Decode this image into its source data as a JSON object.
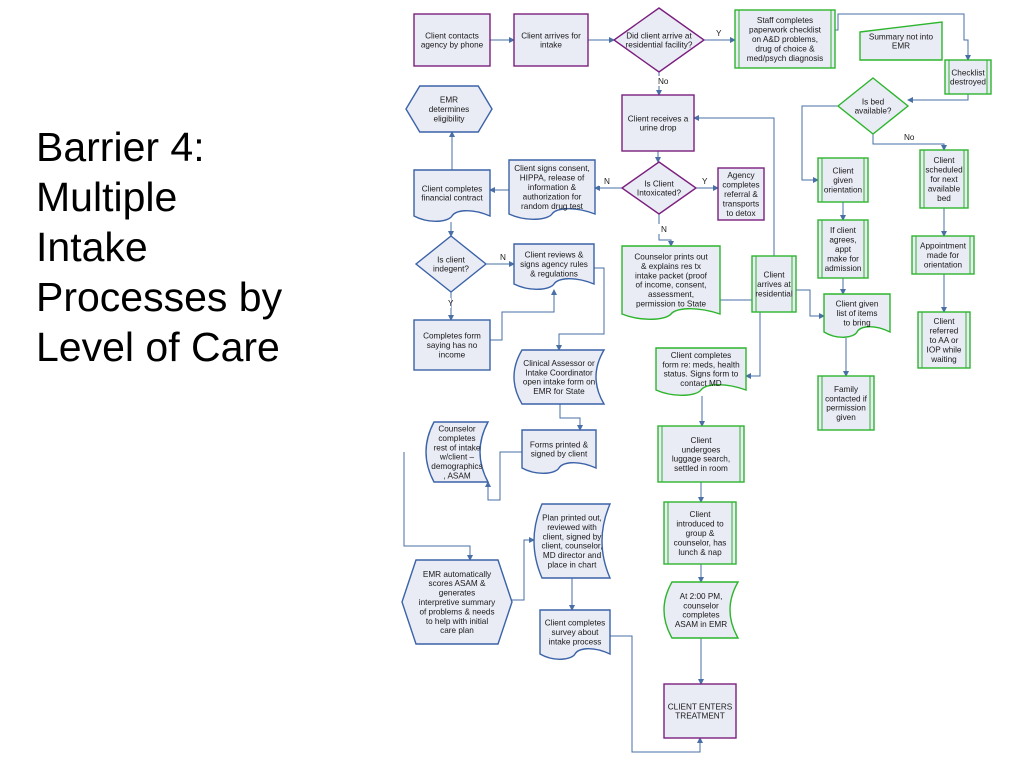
{
  "title": {
    "lines": [
      "Barrier 4:",
      "Multiple",
      "Intake",
      "Processes by",
      "Level of Care"
    ]
  },
  "colors": {
    "purple": "#7b1f7e",
    "blue": "#3b63a8",
    "green": "#2db52d",
    "fill": "#e9ebf5",
    "connector": "#4a6fa5"
  },
  "flowchart": {
    "nodes": [
      {
        "id": "contact",
        "style": "purple",
        "text": [
          "Client contacts",
          "agency by phone"
        ]
      },
      {
        "id": "arrives_intake",
        "style": "purple",
        "text": [
          "Client arrives for",
          "intake"
        ]
      },
      {
        "id": "did_arrive",
        "style": "purple",
        "text": [
          "Did client arrive at",
          "residential facility?"
        ]
      },
      {
        "id": "staff_checklist",
        "style": "green",
        "text": [
          "Staff completes",
          "paperwork checklist",
          "on A&D problems,",
          "drug of choice &",
          "med/psych diagnosis"
        ]
      },
      {
        "id": "summary_emr",
        "style": "green",
        "text": [
          "Summary not into",
          "EMR"
        ]
      },
      {
        "id": "checklist_destroyed",
        "style": "green",
        "text": [
          "Checklist",
          "destroyed"
        ]
      },
      {
        "id": "bed_available",
        "style": "green",
        "text": [
          "Is bed",
          "available?"
        ]
      },
      {
        "id": "urine_drop",
        "style": "purple",
        "text": [
          "Client receives a",
          "urine drop"
        ]
      },
      {
        "id": "emr_eligibility",
        "style": "blue",
        "text": [
          "EMR",
          "determines",
          "eligibility"
        ]
      },
      {
        "id": "signs_consent",
        "style": "blue",
        "text": [
          "Client signs consent,",
          "HIPPA, release of",
          "information &",
          "authorization for",
          "random drug test"
        ]
      },
      {
        "id": "intoxicated",
        "style": "purple",
        "text": [
          "Is Client",
          "Intoxicated?"
        ]
      },
      {
        "id": "agency_detox",
        "style": "purple",
        "text": [
          "Agency",
          "completes",
          "referral &",
          "transports",
          "to detox"
        ]
      },
      {
        "id": "financial_contract",
        "style": "blue",
        "text": [
          "Client completes",
          "financial contract"
        ]
      },
      {
        "id": "indigent",
        "style": "blue",
        "text": [
          "Is client",
          "indegent?"
        ]
      },
      {
        "id": "reviews_rules",
        "style": "blue",
        "text": [
          "Client reviews &",
          "signs agency rules",
          "& regulations"
        ]
      },
      {
        "id": "form_no_income",
        "style": "blue",
        "text": [
          "Completes form",
          "saying has no",
          "income"
        ]
      },
      {
        "id": "counselor_packet",
        "style": "green",
        "text": [
          "Counselor prints out",
          "& explains res tx",
          "intake packet (proof",
          "of income, consent,",
          "assessment,",
          "permission to State"
        ]
      },
      {
        "id": "client_arrives_res",
        "style": "green",
        "text": [
          "Client",
          "arrives at",
          "residential"
        ]
      },
      {
        "id": "given_orientation",
        "style": "green",
        "text": [
          "Client",
          "given",
          "orientation"
        ]
      },
      {
        "id": "scheduled_bed",
        "style": "green",
        "text": [
          "Client",
          "scheduled",
          "for next",
          "available",
          "bed"
        ]
      },
      {
        "id": "appt_admission",
        "style": "green",
        "text": [
          "If client",
          "agrees,",
          "appt",
          "make for",
          "admission"
        ]
      },
      {
        "id": "appt_orientation",
        "style": "green",
        "text": [
          "Appointment",
          "made for",
          "orientation"
        ]
      },
      {
        "id": "items_to_bring",
        "style": "green",
        "text": [
          "Client given",
          "list of items",
          "to bring"
        ]
      },
      {
        "id": "referred_aa",
        "style": "green",
        "text": [
          "Client",
          "referred",
          "to AA or",
          "IOP while",
          "waiting"
        ]
      },
      {
        "id": "clinical_assessor",
        "style": "blue",
        "text": [
          "Clinical Assessor or",
          "Intake Coordinator",
          "open intake form on",
          "EMR for State"
        ]
      },
      {
        "id": "med_form",
        "style": "green",
        "text": [
          "Client completes",
          "form re: meds, health",
          "status. Signs form to",
          "contact MD"
        ]
      },
      {
        "id": "family_contacted",
        "style": "green",
        "text": [
          "Family",
          "contacted if",
          "permission",
          "given"
        ]
      },
      {
        "id": "counselor_rest",
        "style": "blue",
        "text": [
          "Counselor",
          "completes",
          "rest of intake",
          "w/client –",
          "demographics",
          ", ASAM"
        ]
      },
      {
        "id": "forms_printed",
        "style": "blue",
        "text": [
          "Forms printed &",
          "signed by client"
        ]
      },
      {
        "id": "luggage",
        "style": "green",
        "text": [
          "Client",
          "undergoes",
          "luggage search,",
          "settled in room"
        ]
      },
      {
        "id": "plan_printed",
        "style": "blue",
        "text": [
          "Plan printed out,",
          "reviewed with",
          "client, signed by",
          "client, counselor,",
          "MD director and",
          "place in chart"
        ]
      },
      {
        "id": "introduced_group",
        "style": "green",
        "text": [
          "Client",
          "introduced to",
          "group &",
          "counselor, has",
          "lunch & nap"
        ]
      },
      {
        "id": "emr_scores",
        "style": "blue",
        "text": [
          "EMR automatically",
          "scores ASAM &",
          "generates",
          "interpretive summary",
          "of problems & needs",
          "to help with initial",
          "care plan"
        ]
      },
      {
        "id": "asam_2pm",
        "style": "green",
        "text": [
          "At 2:00 PM,",
          "counselor",
          "completes",
          "ASAM in EMR"
        ]
      },
      {
        "id": "survey",
        "style": "blue",
        "text": [
          "Client completes",
          "survey about",
          "intake process"
        ]
      },
      {
        "id": "enters_treatment",
        "style": "purple",
        "text": [
          "CLIENT ENTERS",
          "TREATMENT"
        ]
      }
    ],
    "edge_labels": {
      "arrive_yes": "Y",
      "arrive_no": "No",
      "intox_yes": "Y",
      "intox_no_left": "N",
      "intox_no_down": "N",
      "indigent_no": "N",
      "indigent_yes": "Y",
      "bed_no": "No"
    }
  }
}
